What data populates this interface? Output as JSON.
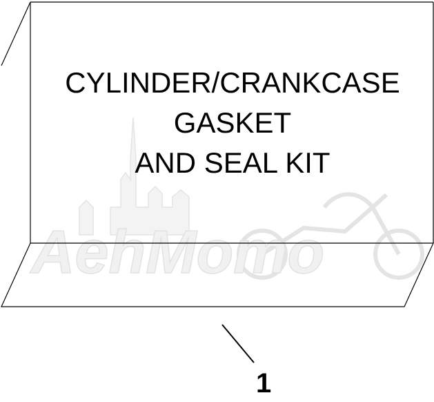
{
  "kit_label": {
    "line1": "CYLINDER/CRANKCASE",
    "line2": "GASKET",
    "line3": "AND SEAL KIT"
  },
  "callout": {
    "number": "1"
  },
  "watermark": {
    "text": "AehMomo"
  },
  "colors": {
    "outline": "#000000",
    "background": "#ffffff",
    "watermark": "#e6e6e6"
  }
}
